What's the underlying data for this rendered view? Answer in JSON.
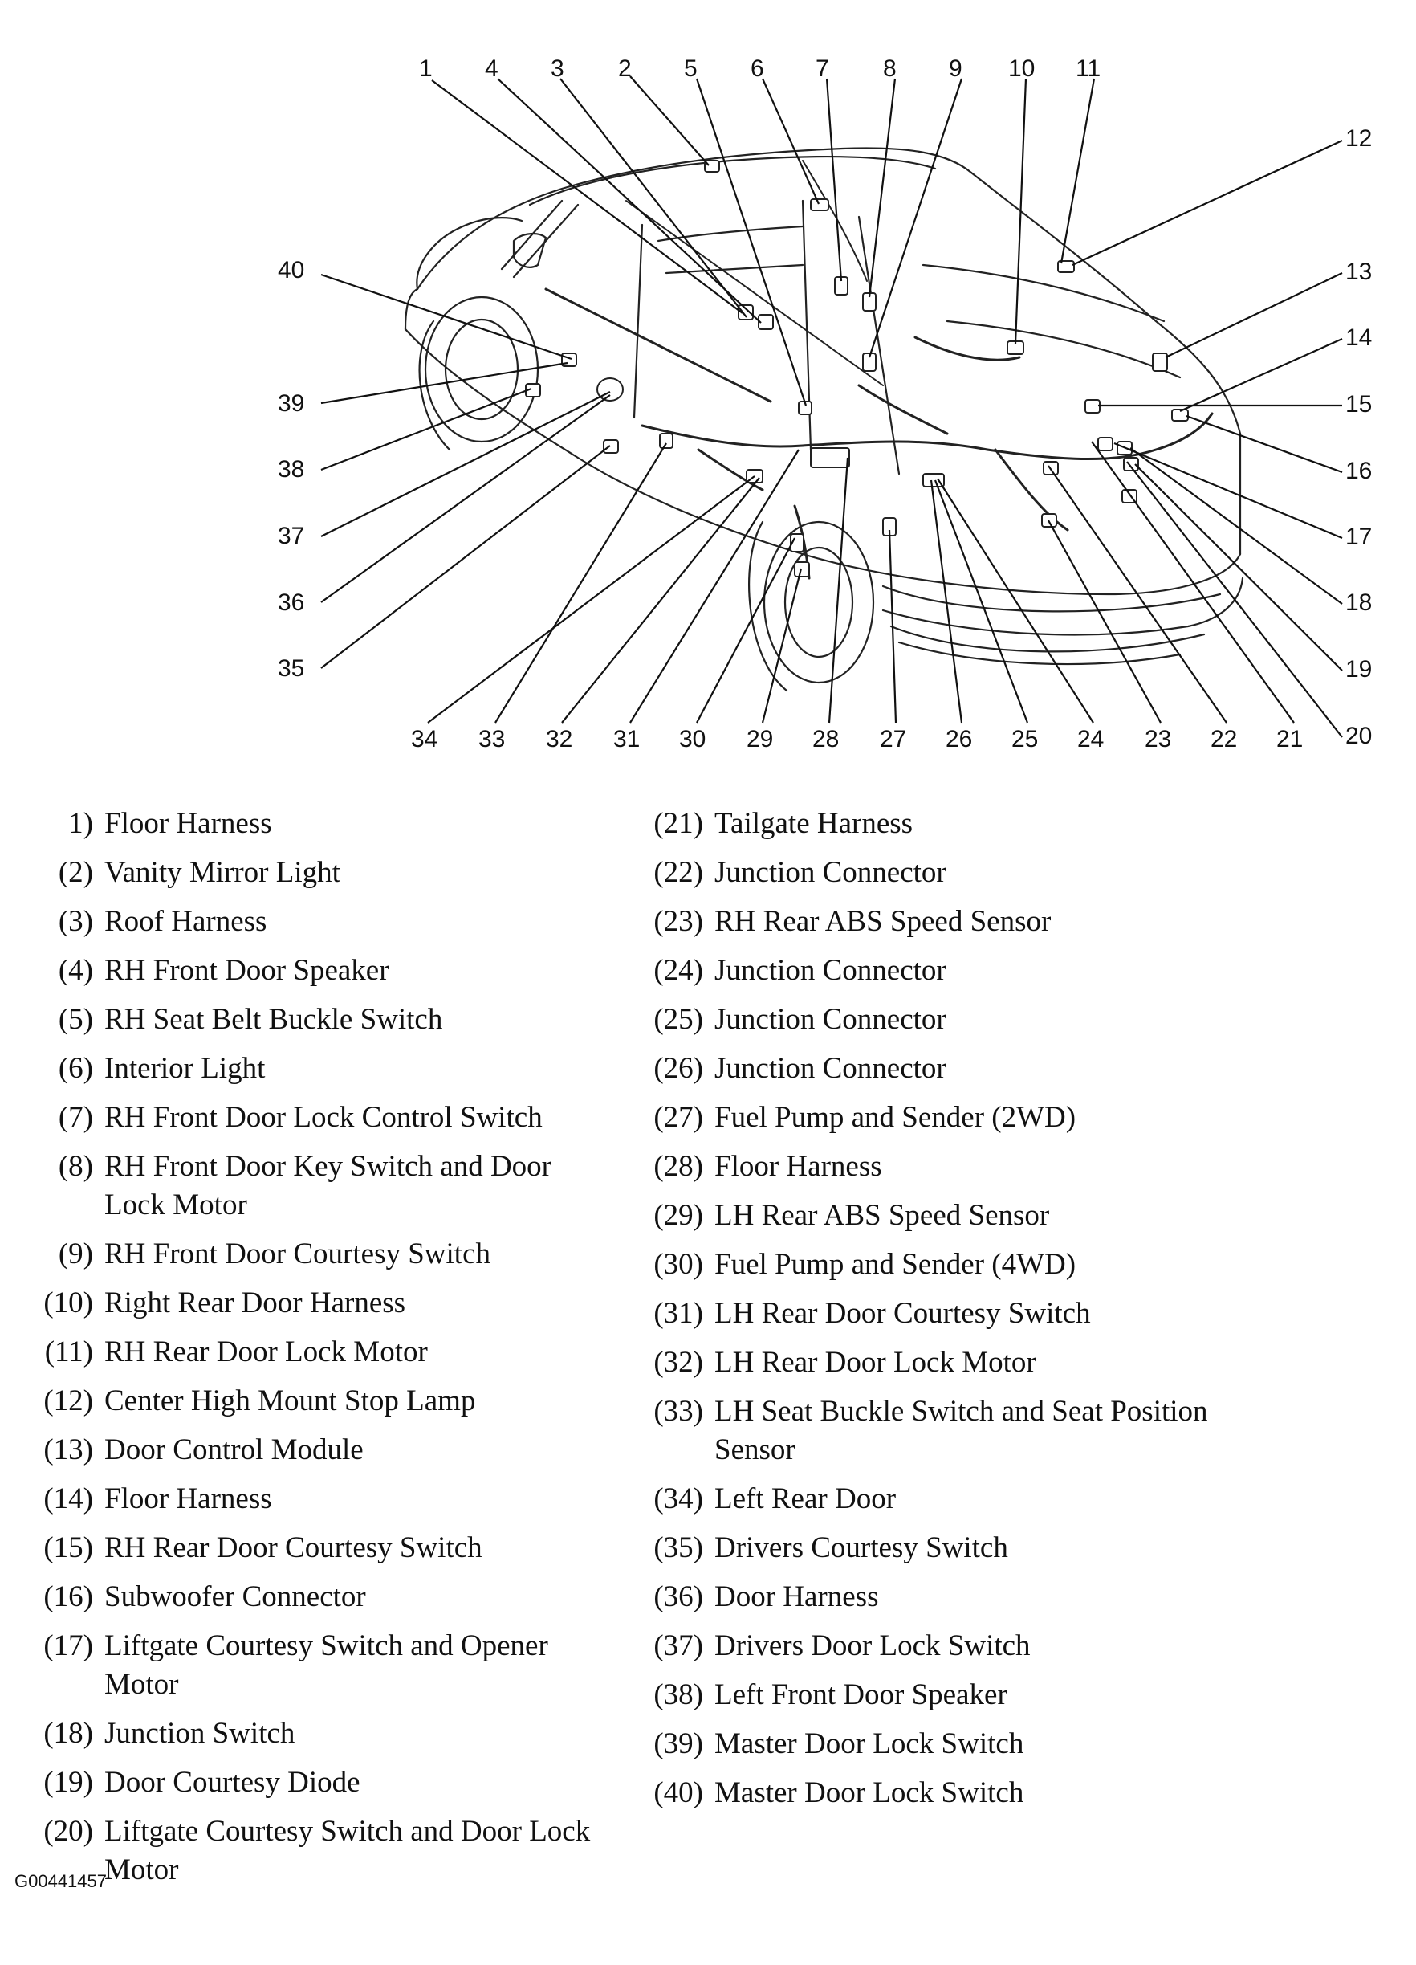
{
  "figure_id": "G00441457",
  "callouts": [
    {
      "num": "1"
    },
    {
      "num": "4"
    },
    {
      "num": "3"
    },
    {
      "num": "2"
    },
    {
      "num": "5"
    },
    {
      "num": "6"
    },
    {
      "num": "7"
    },
    {
      "num": "8"
    },
    {
      "num": "9"
    },
    {
      "num": "10"
    },
    {
      "num": "11"
    },
    {
      "num": "12"
    },
    {
      "num": "13"
    },
    {
      "num": "14"
    },
    {
      "num": "15"
    },
    {
      "num": "16"
    },
    {
      "num": "17"
    },
    {
      "num": "18"
    },
    {
      "num": "19"
    },
    {
      "num": "20"
    },
    {
      "num": "34"
    },
    {
      "num": "33"
    },
    {
      "num": "32"
    },
    {
      "num": "31"
    },
    {
      "num": "30"
    },
    {
      "num": "29"
    },
    {
      "num": "28"
    },
    {
      "num": "27"
    },
    {
      "num": "26"
    },
    {
      "num": "25"
    },
    {
      "num": "24"
    },
    {
      "num": "23"
    },
    {
      "num": "22"
    },
    {
      "num": "21"
    },
    {
      "num": "40"
    },
    {
      "num": "39"
    },
    {
      "num": "38"
    },
    {
      "num": "37"
    },
    {
      "num": "36"
    },
    {
      "num": "35"
    }
  ],
  "legend_left": [
    {
      "num": "1)",
      "text": "Floor Harness"
    },
    {
      "num": "(2)",
      "text": "Vanity Mirror Light"
    },
    {
      "num": "(3)",
      "text": "Roof Harness"
    },
    {
      "num": "(4)",
      "text": "RH Front Door Speaker"
    },
    {
      "num": "(5)",
      "text": "RH Seat Belt Buckle Switch"
    },
    {
      "num": "(6)",
      "text": "Interior Light"
    },
    {
      "num": "(7)",
      "text": "RH Front Door Lock Control Switch"
    },
    {
      "num": "(8)",
      "text": "RH Front Door Key Switch and Door Lock Motor"
    },
    {
      "num": "(9)",
      "text": "RH Front Door Courtesy Switch"
    },
    {
      "num": "(10)",
      "text": "Right Rear Door Harness"
    },
    {
      "num": "(11)",
      "text": "RH Rear Door Lock Motor"
    },
    {
      "num": "(12)",
      "text": "Center High Mount Stop Lamp"
    },
    {
      "num": "(13)",
      "text": "Door Control Module"
    },
    {
      "num": "(14)",
      "text": "Floor Harness"
    },
    {
      "num": "(15)",
      "text": "RH Rear Door Courtesy Switch"
    },
    {
      "num": "(16)",
      "text": "Subwoofer Connector"
    },
    {
      "num": "(17)",
      "text": "Liftgate Courtesy Switch and Opener Motor"
    },
    {
      "num": "(18)",
      "text": "Junction Switch"
    },
    {
      "num": "(19)",
      "text": "Door Courtesy Diode"
    },
    {
      "num": "(20)",
      "text": "Liftgate Courtesy Switch and Door Lock Motor"
    }
  ],
  "legend_right": [
    {
      "num": "(21)",
      "text": "Tailgate Harness"
    },
    {
      "num": "(22)",
      "text": "Junction Connector"
    },
    {
      "num": "(23)",
      "text": "RH Rear ABS Speed Sensor"
    },
    {
      "num": "(24)",
      "text": "Junction Connector"
    },
    {
      "num": "(25)",
      "text": "Junction Connector"
    },
    {
      "num": "(26)",
      "text": "Junction Connector"
    },
    {
      "num": "(27)",
      "text": "Fuel Pump and Sender (2WD)"
    },
    {
      "num": "(28)",
      "text": "Floor Harness"
    },
    {
      "num": "(29)",
      "text": "LH Rear ABS Speed Sensor"
    },
    {
      "num": "(30)",
      "text": "Fuel Pump and Sender (4WD)"
    },
    {
      "num": "(31)",
      "text": "LH Rear Door Courtesy Switch"
    },
    {
      "num": "(32)",
      "text": "LH Rear Door Lock Motor"
    },
    {
      "num": "(33)",
      "text": "LH Seat Buckle Switch and Seat Position Sensor"
    },
    {
      "num": "(34)",
      "text": "Left Rear Door"
    },
    {
      "num": "(35)",
      "text": "Drivers Courtesy Switch"
    },
    {
      "num": "(36)",
      "text": "Door Harness"
    },
    {
      "num": "(37)",
      "text": "Drivers Door Lock Switch"
    },
    {
      "num": "(38)",
      "text": "Left Front Door Speaker"
    },
    {
      "num": "(39)",
      "text": "Master Door Lock Switch"
    },
    {
      "num": "(40)",
      "text": "Master Door Lock Switch"
    }
  ]
}
